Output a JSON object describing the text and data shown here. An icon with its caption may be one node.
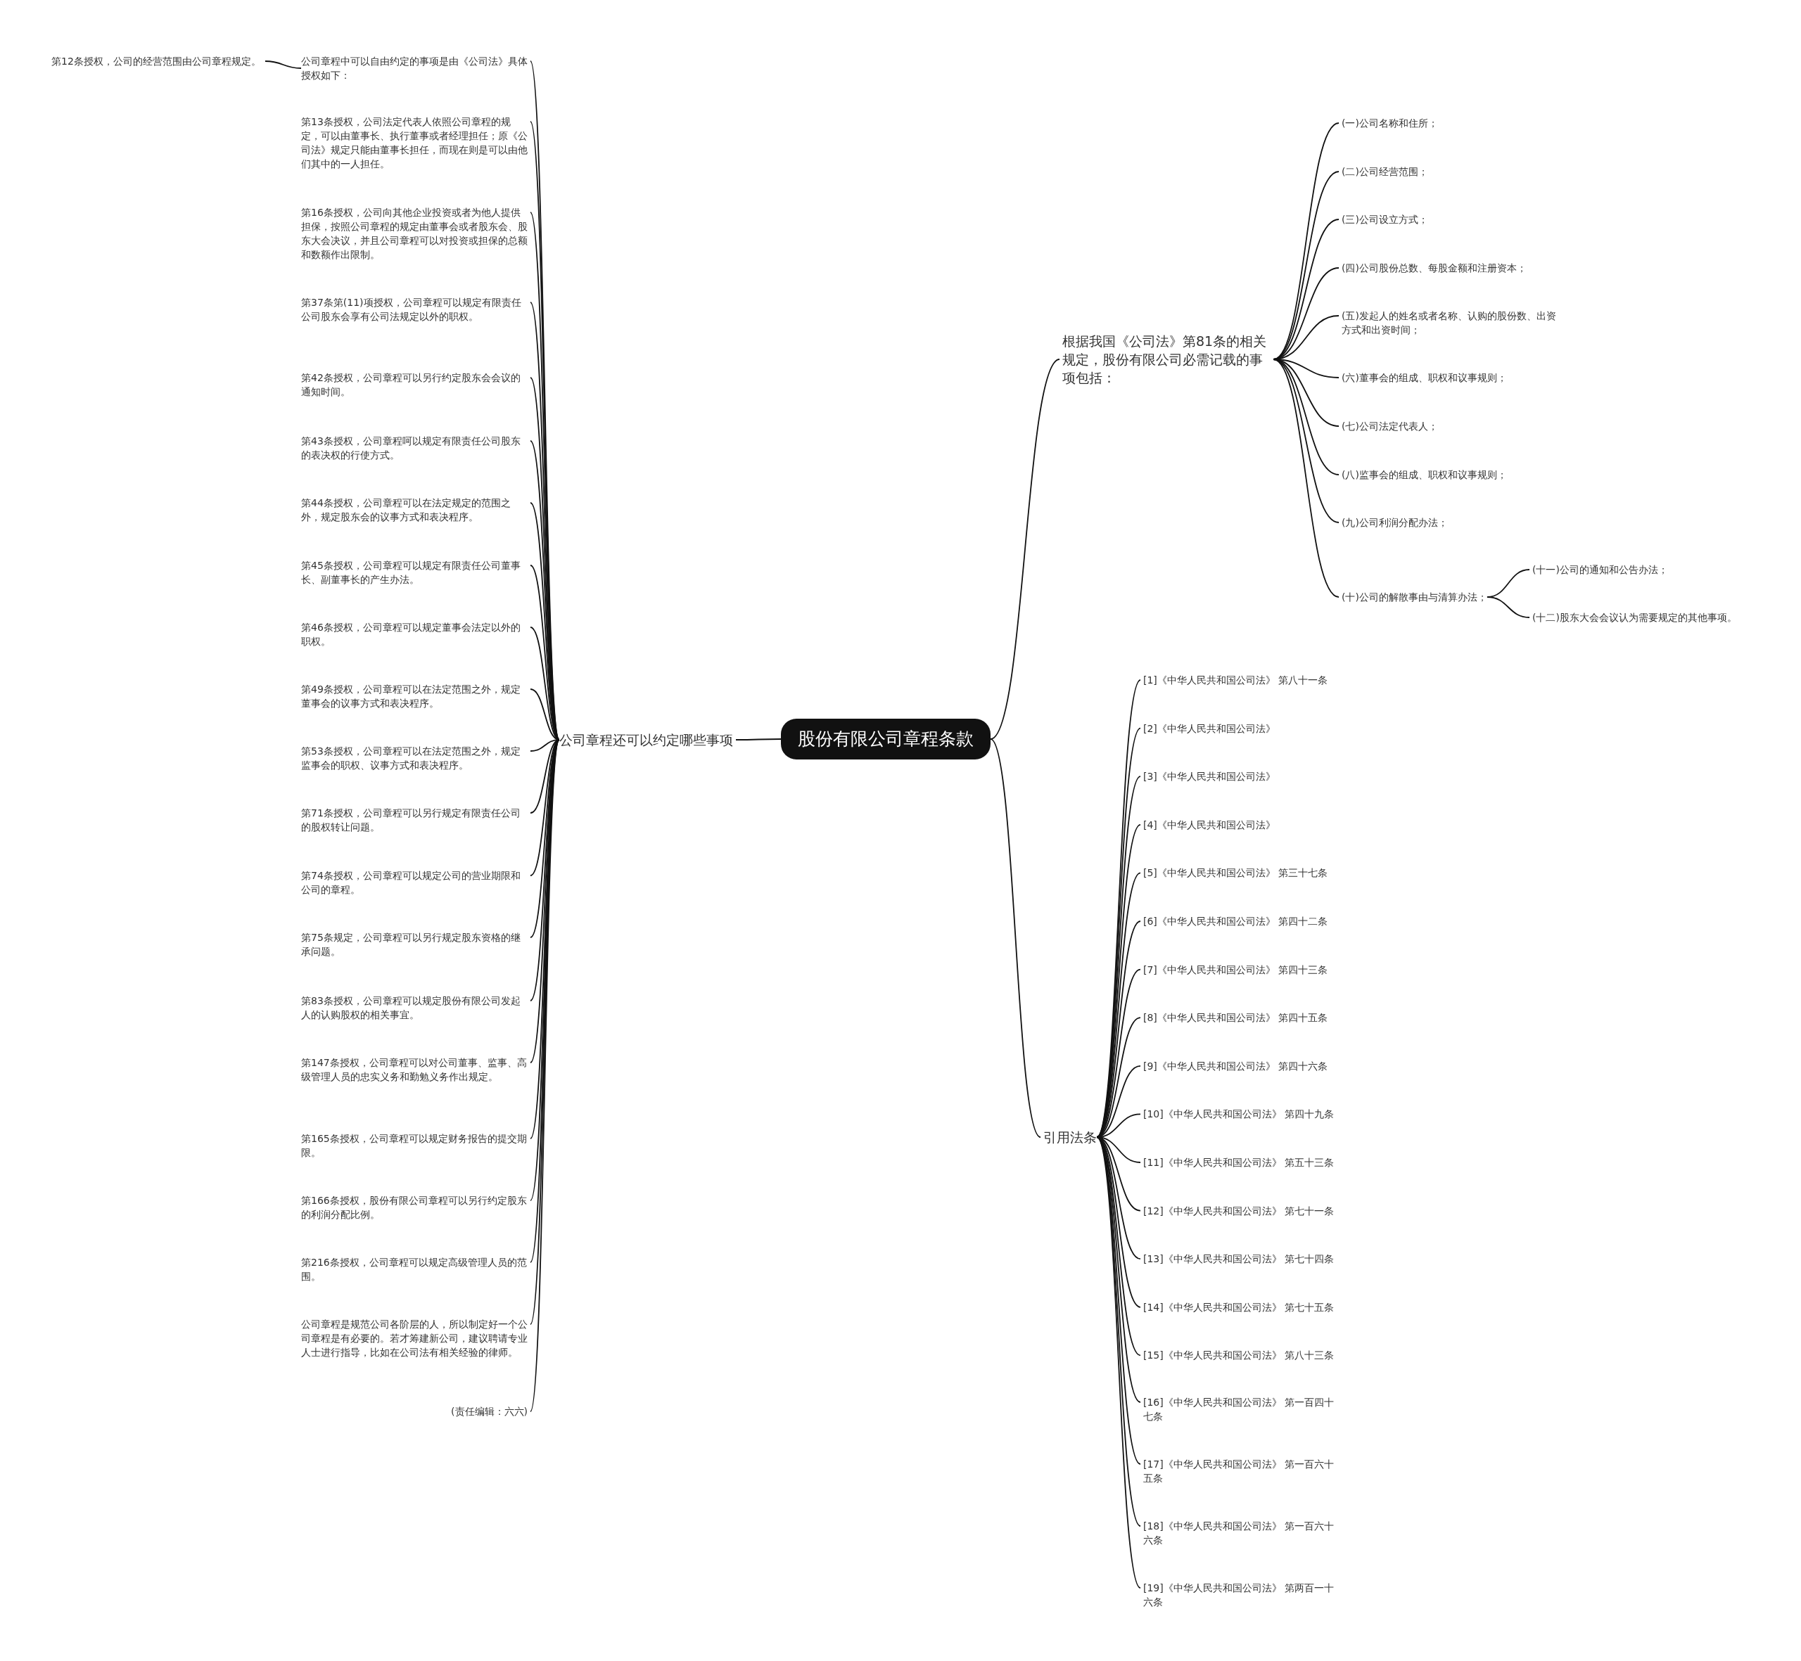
{
  "diagram": {
    "nodes": [
      {
        "text": [
          "股份有限公司章程条款"
        ]
      },
      {
        "text": [
          "公司章程还可以约定哪些事项"
        ]
      },
      {
        "text": [
          "公司章程中可以自由约定的事项是由《公司法》具体授权如下："
        ]
      },
      {
        "text": [
          "第12条授权，公司的经营范围由公司章程规定。"
        ]
      },
      {
        "text": [
          "第13条授权，公司法定代表人依照公司章程的规定，可以由董事长、执行董事或者经理担任；原《公司法》规定只能由董事长担任，而现在则是可以由他们其中的一人担任。"
        ]
      },
      {
        "text": [
          "第16条授权，公司向其他企业投资或者为他人提供担保，按照公司章程的规定由董事会或者股东会、股东大会决议，并且公司章程可以对投资或担保的总额和数额作出限制。"
        ]
      },
      {
        "text": [
          "第37条第(11)项授权，公司章程可以规定有限责任公司股东会享有公司法规定以外的职权。"
        ]
      },
      {
        "text": [
          "第42条授权，公司章程可以另行约定股东会会议的通知时间。"
        ]
      },
      {
        "text": [
          "第43条授权，公司章程呵以规定有限责任公司股东的表决权的行使方式。"
        ]
      },
      {
        "text": [
          "第44条授权，公司章程可以在法定规定的范围之外，规定股东会的议事方式和表决程序。"
        ]
      },
      {
        "text": [
          "第45条授权，公司章程可以规定有限责任公司董事长、副董事长的产生办法。"
        ]
      },
      {
        "text": [
          "第46条授权，公司章程可以规定董事会法定以外的职权。"
        ]
      },
      {
        "text": [
          "第49条授权，公司章程可以在法定范围之外，规定董事会的议事方式和表决程序。"
        ]
      },
      {
        "text": [
          "第53条授权，公司章程可以在法定范围之外，规定监事会的职权、议事方式和表决程序。"
        ]
      },
      {
        "text": [
          "第71条授权，公司章程可以另行规定有限责任公司的股权转让问题。"
        ]
      },
      {
        "text": [
          "第74条授权，公司章程可以规定公司的营业期限和公司的章程。"
        ]
      },
      {
        "text": [
          "第75条规定，公司章程可以另行规定股东资格的继承问题。"
        ]
      },
      {
        "text": [
          "第83条授权，公司章程可以规定股份有限公司发起人的认购股权的相关事宜。"
        ]
      },
      {
        "text": [
          "第147条授权，公司章程可以对公司董事、监事、高级管理人员的忠实义务和勤勉义务作出规定。"
        ]
      },
      {
        "text": [
          "第165条授权，公司章程可以规定财务报告的提交期限。"
        ]
      },
      {
        "text": [
          "第166条授权，股份有限公司章程可以另行约定股东的利润分配比例。"
        ]
      },
      {
        "text": [
          "第216条授权，公司章程可以规定高级管理人员的范围。"
        ]
      },
      {
        "text": [
          "公司章程是规范公司各阶层的人，所以制定好一个公司章程是有必要的。若才筹建新公司，建议聘请专业人士进行指导，比如在公司法有相关经验的律师。"
        ]
      },
      {
        "text": [
          "(责任编辑：六六)"
        ]
      },
      {
        "text": [
          "根据我国《公司法》第81条的相关规定，股份有限公司必需记载的事项包括："
        ]
      },
      {
        "text": [
          "(一)公司名称和住所；"
        ]
      },
      {
        "text": [
          "(二)公司经营范围；"
        ]
      },
      {
        "text": [
          "(三)公司设立方式；"
        ]
      },
      {
        "text": [
          "(四)公司股份总数、每股金额和注册资本；"
        ]
      },
      {
        "text": [
          "(五)发起人的姓名或者名称、认购的股份数、出资方式和出资时间；"
        ]
      },
      {
        "text": [
          "(六)董事会的组成、职权和议事规则；"
        ]
      },
      {
        "text": [
          "(七)公司法定代表人；"
        ]
      },
      {
        "text": [
          "(八)监事会的组成、职权和议事规则；"
        ]
      },
      {
        "text": [
          "(九)公司利润分配办法；"
        ]
      },
      {
        "text": [
          "(十)公司的解散事由与清算办法；"
        ]
      },
      {
        "text": [
          "(十一)公司的通知和公告办法；"
        ]
      },
      {
        "text": [
          "(十二)股东大会会议认为需要规定的其他事项。"
        ]
      },
      {
        "text": [
          "引用法条"
        ]
      },
      {
        "text": [
          "[1]《中华人民共和国公司法》 第八十一条"
        ]
      },
      {
        "text": [
          "[2]《中华人民共和国公司法》"
        ]
      },
      {
        "text": [
          "[3]《中华人民共和国公司法》"
        ]
      },
      {
        "text": [
          "[4]《中华人民共和国公司法》"
        ]
      },
      {
        "text": [
          "[5]《中华人民共和国公司法》 第三十七条"
        ]
      },
      {
        "text": [
          "[6]《中华人民共和国公司法》 第四十二条"
        ]
      },
      {
        "text": [
          "[7]《中华人民共和国公司法》 第四十三条"
        ]
      },
      {
        "text": [
          "[8]《中华人民共和国公司法》 第四十五条"
        ]
      },
      {
        "text": [
          "[9]《中华人民共和国公司法》 第四十六条"
        ]
      },
      {
        "text": [
          "[10]《中华人民共和国公司法》 第四十九条"
        ]
      },
      {
        "text": [
          "[11]《中华人民共和国公司法》 第五十三条"
        ]
      },
      {
        "text": [
          "[12]《中华人民共和国公司法》 第七十一条"
        ]
      },
      {
        "text": [
          "[13]《中华人民共和国公司法》 第七十四条"
        ]
      },
      {
        "text": [
          "[14]《中华人民共和国公司法》 第七十五条"
        ]
      },
      {
        "text": [
          "[15]《中华人民共和国公司法》 第八十三条"
        ]
      },
      {
        "text": [
          "[16]《中华人民共和国公司法》 第一百四十七条"
        ]
      },
      {
        "text": [
          "[17]《中华人民共和国公司法》 第一百六十五条"
        ]
      },
      {
        "text": [
          "[18]《中华人民共和国公司法》 第一百六十六条"
        ]
      },
      {
        "text": [
          "[19]《中华人民共和国公司法》 第两百一十六条"
        ]
      }
    ],
    "edges": [
      {
        "from": 0,
        "to": 1,
        "arrow": "none"
      },
      {
        "from": 1,
        "to": 2,
        "arrow": "none"
      },
      {
        "from": 2,
        "to": 3,
        "arrow": "none"
      },
      {
        "from": 1,
        "to": 4,
        "arrow": "none"
      },
      {
        "from": 1,
        "to": 5,
        "arrow": "none"
      },
      {
        "from": 1,
        "to": 6,
        "arrow": "none"
      },
      {
        "from": 1,
        "to": 7,
        "arrow": "none"
      },
      {
        "from": 1,
        "to": 8,
        "arrow": "none"
      },
      {
        "from": 1,
        "to": 9,
        "arrow": "none"
      },
      {
        "from": 1,
        "to": 10,
        "arrow": "none"
      },
      {
        "from": 1,
        "to": 11,
        "arrow": "none"
      },
      {
        "from": 1,
        "to": 12,
        "arrow": "none"
      },
      {
        "from": 1,
        "to": 13,
        "arrow": "none"
      },
      {
        "from": 1,
        "to": 14,
        "arrow": "none"
      },
      {
        "from": 1,
        "to": 15,
        "arrow": "none"
      },
      {
        "from": 1,
        "to": 16,
        "arrow": "none"
      },
      {
        "from": 1,
        "to": 17,
        "arrow": "none"
      },
      {
        "from": 1,
        "to": 18,
        "arrow": "none"
      },
      {
        "from": 1,
        "to": 19,
        "arrow": "none"
      },
      {
        "from": 1,
        "to": 20,
        "arrow": "none"
      },
      {
        "from": 1,
        "to": 21,
        "arrow": "none"
      },
      {
        "from": 1,
        "to": 22,
        "arrow": "none"
      },
      {
        "from": 1,
        "to": 23,
        "arrow": "none"
      },
      {
        "from": 0,
        "to": 24,
        "arrow": "none"
      },
      {
        "from": 24,
        "to": 25,
        "arrow": "none"
      },
      {
        "from": 24,
        "to": 26,
        "arrow": "none"
      },
      {
        "from": 24,
        "to": 27,
        "arrow": "none"
      },
      {
        "from": 24,
        "to": 28,
        "arrow": "none"
      },
      {
        "from": 24,
        "to": 29,
        "arrow": "none"
      },
      {
        "from": 24,
        "to": 30,
        "arrow": "none"
      },
      {
        "from": 24,
        "to": 31,
        "arrow": "none"
      },
      {
        "from": 24,
        "to": 32,
        "arrow": "none"
      },
      {
        "from": 24,
        "to": 33,
        "arrow": "none"
      },
      {
        "from": 24,
        "to": 34,
        "arrow": "none"
      },
      {
        "from": 34,
        "to": 35,
        "arrow": "none"
      },
      {
        "from": 34,
        "to": 36,
        "arrow": "none"
      },
      {
        "from": 0,
        "to": 37,
        "arrow": "none"
      },
      {
        "from": 37,
        "to": 38,
        "arrow": "none"
      },
      {
        "from": 37,
        "to": 39,
        "arrow": "none"
      },
      {
        "from": 37,
        "to": 40,
        "arrow": "none"
      },
      {
        "from": 37,
        "to": 41,
        "arrow": "none"
      },
      {
        "from": 37,
        "to": 42,
        "arrow": "none"
      },
      {
        "from": 37,
        "to": 43,
        "arrow": "none"
      },
      {
        "from": 37,
        "to": 44,
        "arrow": "none"
      },
      {
        "from": 37,
        "to": 45,
        "arrow": "none"
      },
      {
        "from": 37,
        "to": 46,
        "arrow": "none"
      },
      {
        "from": 37,
        "to": 47,
        "arrow": "none"
      },
      {
        "from": 37,
        "to": 48,
        "arrow": "none"
      },
      {
        "from": 37,
        "to": 49,
        "arrow": "none"
      },
      {
        "from": 37,
        "to": 50,
        "arrow": "none"
      },
      {
        "from": 37,
        "to": 51,
        "arrow": "none"
      },
      {
        "from": 37,
        "to": 52,
        "arrow": "none"
      },
      {
        "from": 37,
        "to": 53,
        "arrow": "none"
      },
      {
        "from": 37,
        "to": 54,
        "arrow": "none"
      },
      {
        "from": 37,
        "to": 55,
        "arrow": "none"
      },
      {
        "from": 37,
        "to": 56,
        "arrow": "none"
      }
    ]
  }
}
